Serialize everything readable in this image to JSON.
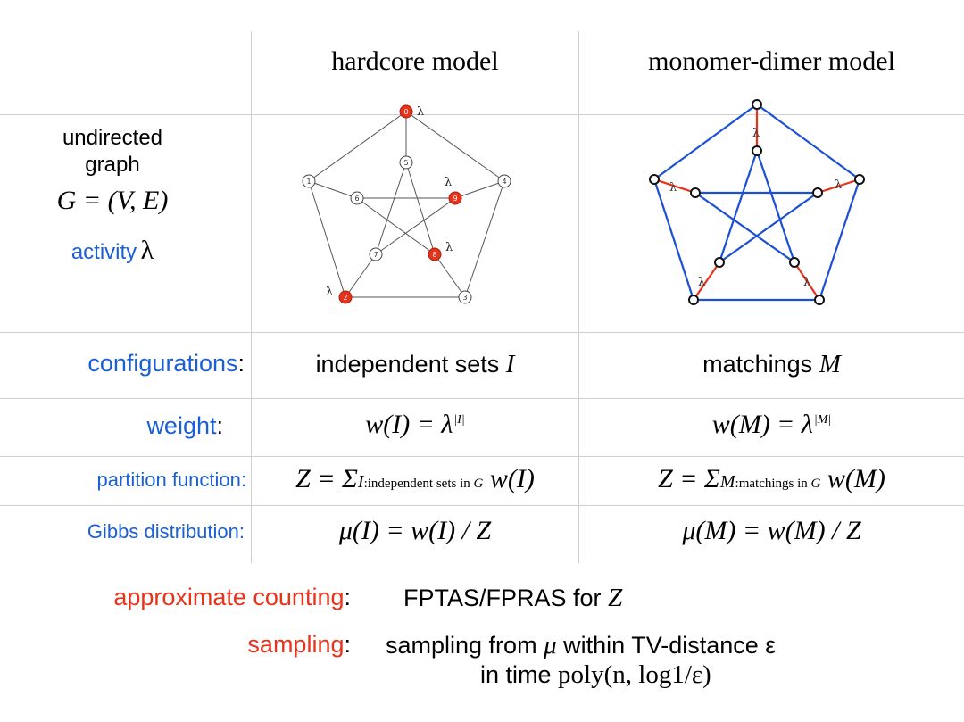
{
  "header": {
    "col1": "hardcore model",
    "col2": "monomer-dimer model"
  },
  "row_graph": {
    "label_line1": "undirected",
    "label_line2": "graph",
    "label_math": "G = (V, E)",
    "label_activity": "activity",
    "label_lambda": "λ"
  },
  "hardcore_graph": {
    "node_labels": [
      "0",
      "1",
      "2",
      "3",
      "4",
      "5",
      "6",
      "7",
      "8",
      "9"
    ],
    "occupied_nodes": [
      "0",
      "2",
      "8",
      "9"
    ],
    "lambda_label": "λ",
    "colors": {
      "occupied": "#e8331a",
      "edge": "#555555"
    }
  },
  "matching_graph": {
    "lambda_label": "λ",
    "colors": {
      "edge": "#1a4fd6",
      "matched": "#e8331a"
    }
  },
  "rows": {
    "configurations": {
      "label": "configurations",
      "colon": ":",
      "col1_text": "independent sets",
      "col1_var": "I",
      "col2_text": "matchings",
      "col2_var": "M"
    },
    "weight": {
      "label": "weight",
      "colon": ":",
      "col1_lhs": "w(I) = λ",
      "col1_exp": "|I|",
      "col2_lhs": "w(M) = λ",
      "col2_exp": "|M|"
    },
    "partition": {
      "label": "partition function:",
      "col1_pre": "Z = Σ",
      "col1_sub_var": "I",
      "col1_sub_text": ":independent sets in",
      "col1_sub_g": "G",
      "col1_post": "w(I)",
      "col2_pre": "Z = Σ",
      "col2_sub_var": "M",
      "col2_sub_text": ":matchings in",
      "col2_sub_g": "G",
      "col2_post": "w(M)"
    },
    "gibbs": {
      "label": "Gibbs distribution:",
      "col1": "μ(I) = w(I) / Z",
      "col2": "μ(M) = w(M) / Z"
    }
  },
  "footer": {
    "approx_label": "approximate counting",
    "approx_colon": ":",
    "approx_text": "FPTAS/FPRAS for",
    "approx_var": "Z",
    "sampling_label": "sampling",
    "sampling_colon": ":",
    "sampling_text1": "sampling from",
    "sampling_mu": "μ",
    "sampling_text2": "within TV-distance ε",
    "sampling_line2_pre": "in time",
    "sampling_line2_math": "poly(n, log1/ε)"
  }
}
